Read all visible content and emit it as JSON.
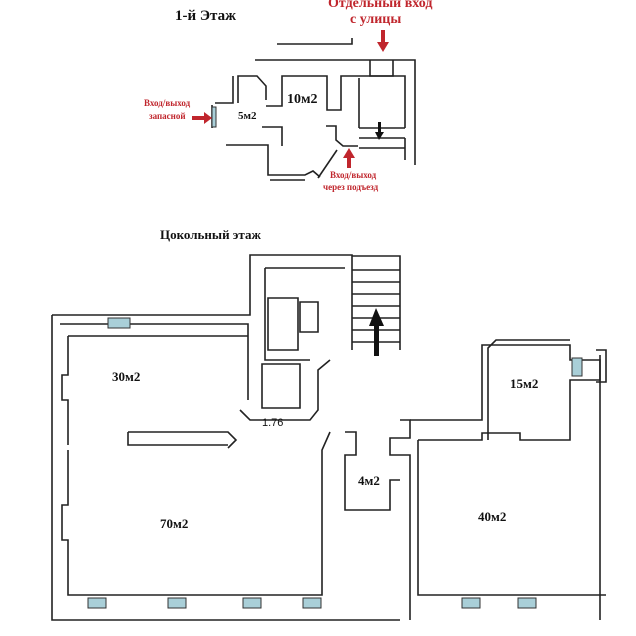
{
  "first_floor": {
    "title": "1-й Этаж",
    "street_entrance_line1": "Отдельный вход",
    "street_entrance_line2": "с улицы",
    "spare_exit_line1": "Вход/выход",
    "spare_exit_line2": "запасной",
    "porch_exit_line1": "Вход/выход",
    "porch_exit_line2": "через подъезд",
    "rooms": [
      "10м2",
      "5м2"
    ]
  },
  "basement": {
    "title": "Цокольный этаж",
    "rooms": [
      "30м2",
      "70м2",
      "4м2",
      "15м2",
      "40м2"
    ],
    "dimension": "1.76"
  },
  "colors": {
    "accent": "#c0262d",
    "window": "#a9cfd8"
  }
}
